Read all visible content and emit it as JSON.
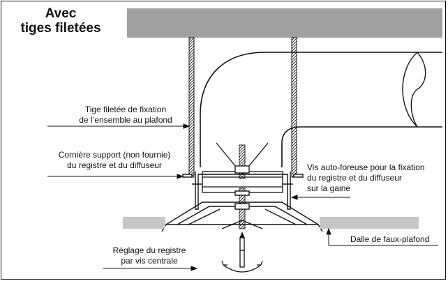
{
  "title": {
    "line1": "Avec",
    "line2": "tiges filetées"
  },
  "labels": {
    "tige": [
      "Tige filetée de fixation",
      "de l’ensemble au plafond"
    ],
    "corniere": [
      "Cornière support (non fournie)",
      "du registre et du diffuseur"
    ],
    "vis": [
      "Vis auto-foreuse pour la fixation",
      "du registre et du diffuseur",
      "sur la gaine"
    ],
    "dalle": "Dalle de faux-plafond",
    "reglage": [
      "Réglage du registre",
      "par vis centrale"
    ]
  },
  "colors": {
    "ceiling": "#a0a0a0",
    "tile": "#c6c6c6",
    "stroke": "#111111"
  }
}
